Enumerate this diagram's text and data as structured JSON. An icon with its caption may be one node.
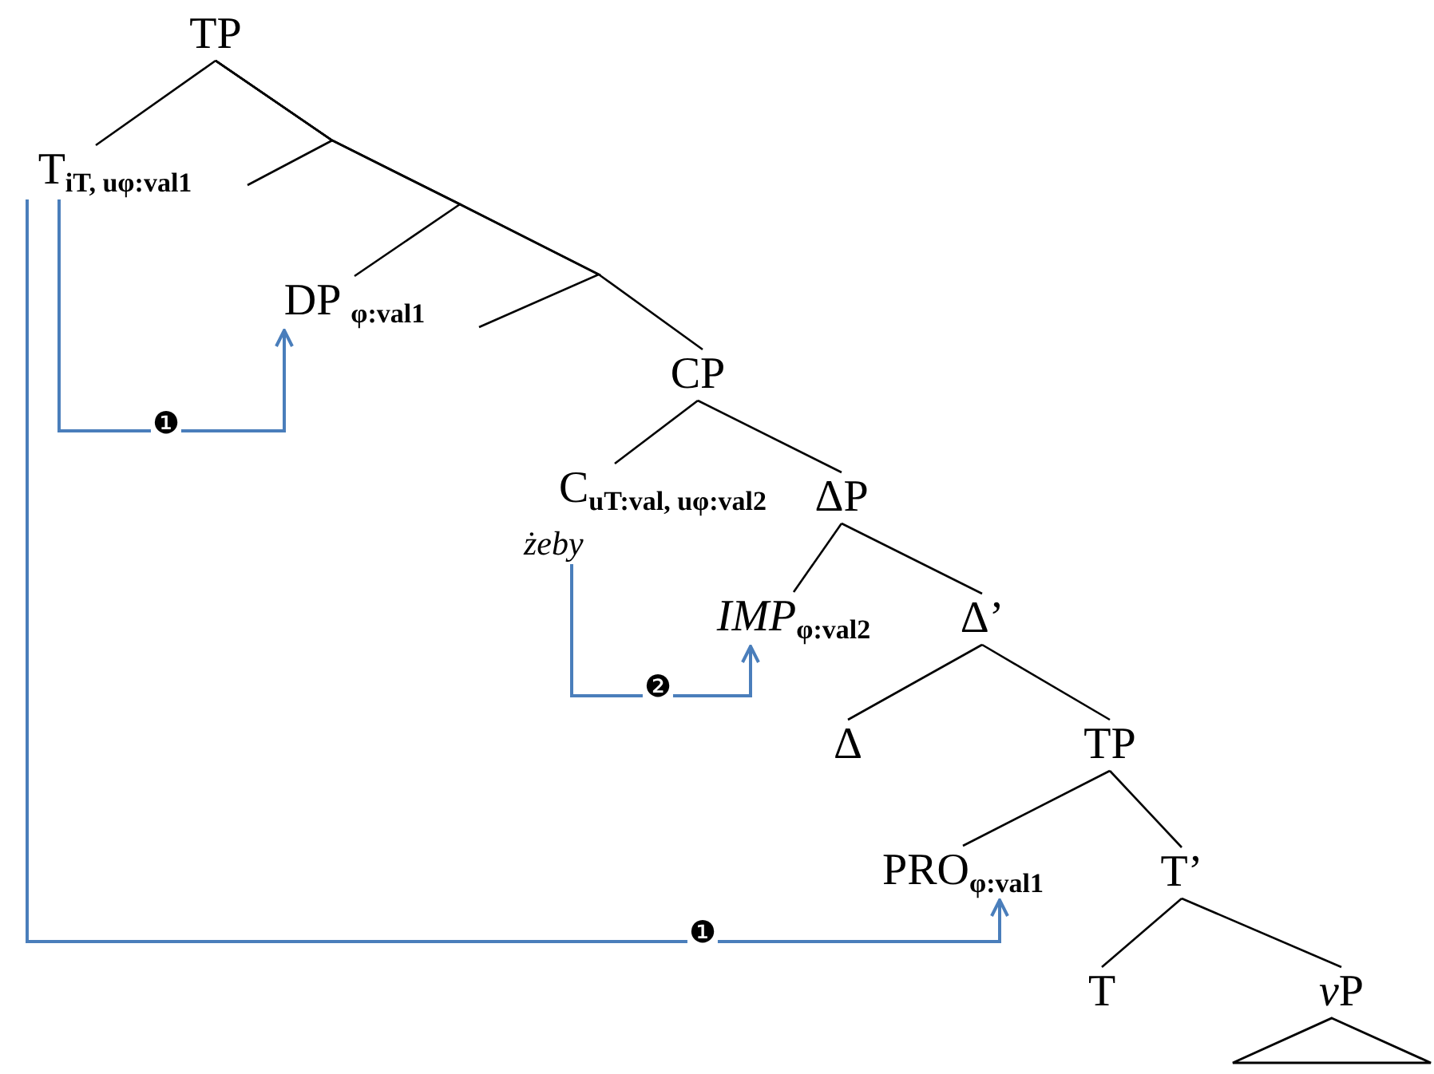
{
  "diagram": {
    "nodes": [
      {
        "text": [
          "TP"
        ]
      },
      {
        "text": [
          "T$_{iT, uφ:val1}$"
        ]
      },
      {
        "text": [
          "DP $_{φ:val1}$"
        ]
      },
      {
        "text": [
          "CP"
        ]
      },
      {
        "text": [
          "C$_{uT:val, uφ:val2}$",
          "*żeby*"
        ]
      },
      {
        "text": [
          "ΔP"
        ]
      },
      {
        "text": [
          "*IMP*$_{φ:val2}$"
        ]
      },
      {
        "text": [
          "Δ’"
        ]
      },
      {
        "text": [
          "Δ"
        ]
      },
      {
        "text": [
          "TP"
        ]
      },
      {
        "text": [
          "PRO$_{φ:val1}$"
        ]
      },
      {
        "text": [
          "T’"
        ]
      },
      {
        "text": [
          "T"
        ]
      },
      {
        "text": [
          "vP"
        ]
      },
      {
        "text": [],
        "shape": "triangle"
      }
    ],
    "edges": [
      {
        "from": 0,
        "to": 1,
        "arrow": "none"
      },
      {
        "from": 0,
        "to": null,
        "arrow": "none"
      },
      {
        "from": 0,
        "to": 2,
        "arrow": "none"
      },
      {
        "from": 0,
        "to": null,
        "arrow": "none"
      },
      {
        "from": 0,
        "to": 3,
        "arrow": "none"
      },
      {
        "from": 3,
        "to": 4,
        "arrow": "none"
      },
      {
        "from": 3,
        "to": 5,
        "arrow": "none"
      },
      {
        "from": 5,
        "to": 6,
        "arrow": "none"
      },
      {
        "from": 5,
        "to": 7,
        "arrow": "none"
      },
      {
        "from": 7,
        "to": 8,
        "arrow": "none"
      },
      {
        "from": 7,
        "to": 9,
        "arrow": "none"
      },
      {
        "from": 9,
        "to": 10,
        "arrow": "none"
      },
      {
        "from": 9,
        "to": 11,
        "arrow": "none"
      },
      {
        "from": 11,
        "to": 12,
        "arrow": "none"
      },
      {
        "from": 11,
        "to": 13,
        "arrow": "none"
      },
      {
        "from": 1,
        "to": 2,
        "arrow": "to",
        "label": "❶",
        "color": "#4a7ebb"
      },
      {
        "from": 4,
        "to": 6,
        "arrow": "to",
        "label": "❷",
        "color": "#4a7ebb"
      },
      {
        "from": 1,
        "to": 10,
        "arrow": "to",
        "label": "❶",
        "color": "#4a7ebb"
      }
    ]
  }
}
